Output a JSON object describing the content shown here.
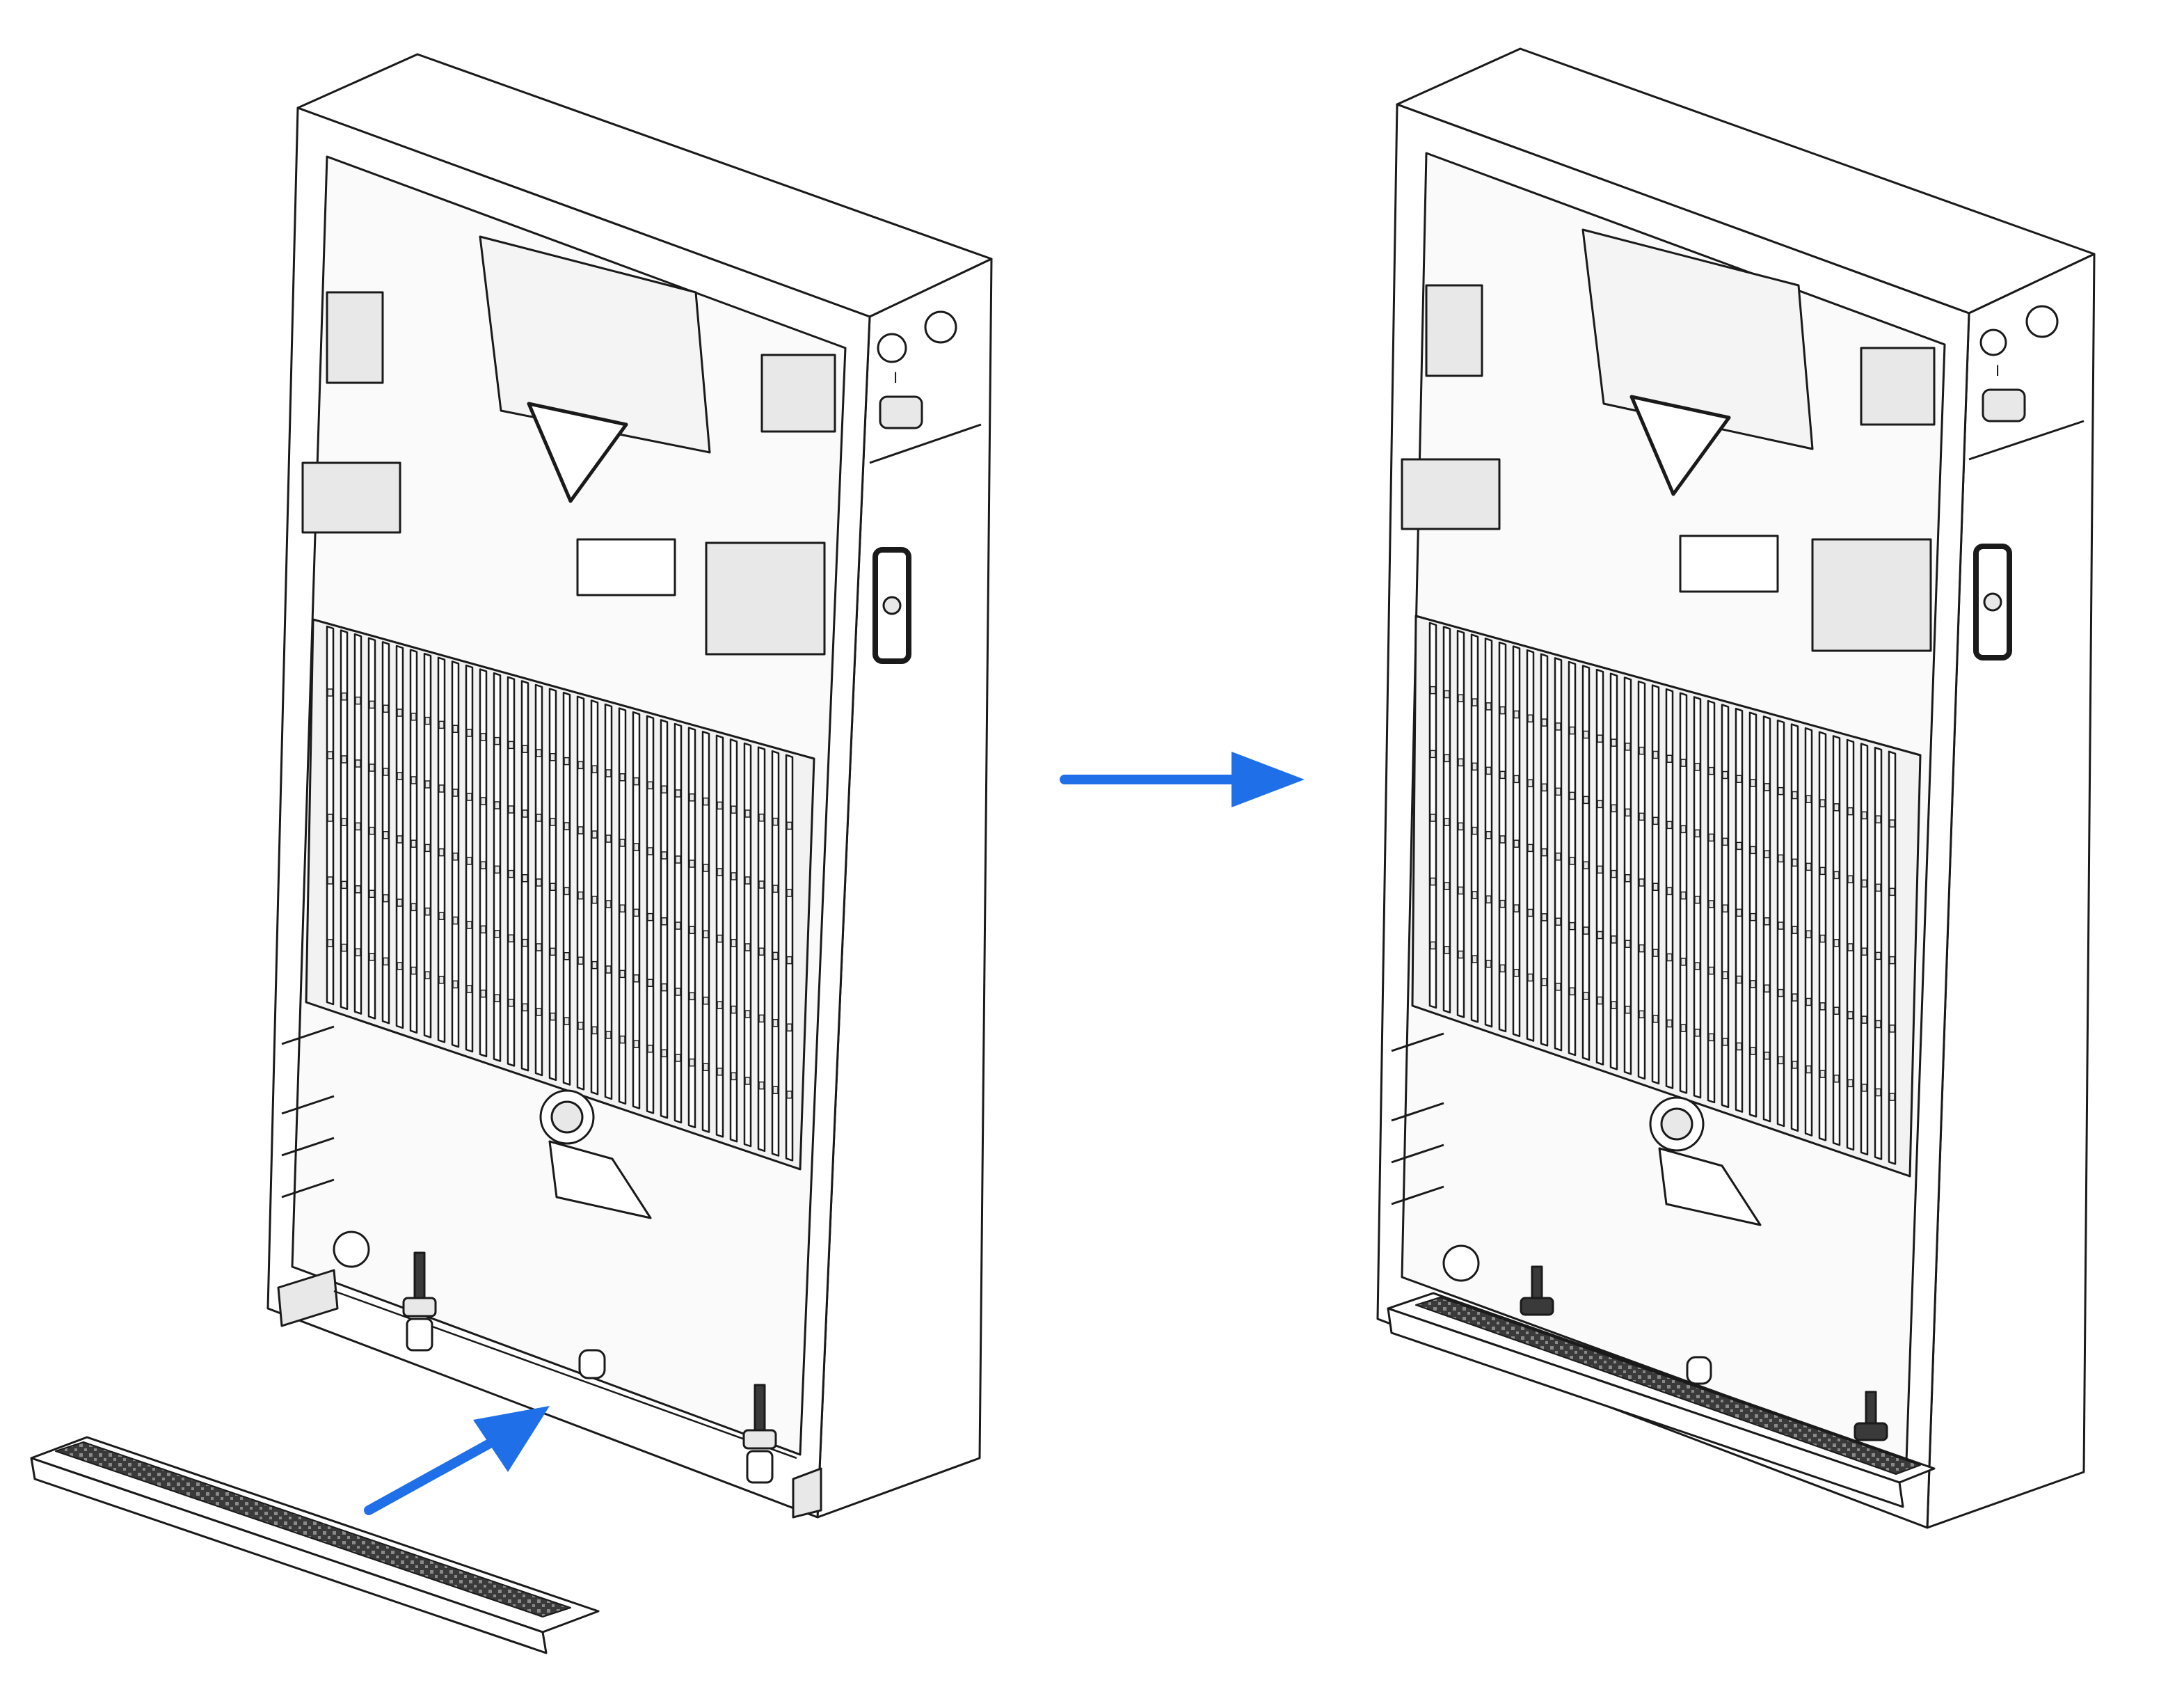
{
  "diagram": {
    "type": "assembly-instruction",
    "steps": [
      {
        "state": "before",
        "description_visible": false
      },
      {
        "state": "after",
        "description_visible": false
      }
    ],
    "colors": {
      "line": "#1a1a1a",
      "fill": "#ffffff",
      "shade": "#e8e8e8",
      "dark": "#3a3a3a",
      "arrow": "#1f6fe8"
    },
    "device_labels": {
      "switch_mark_left": "I",
      "switch_mark_right": "I"
    }
  }
}
